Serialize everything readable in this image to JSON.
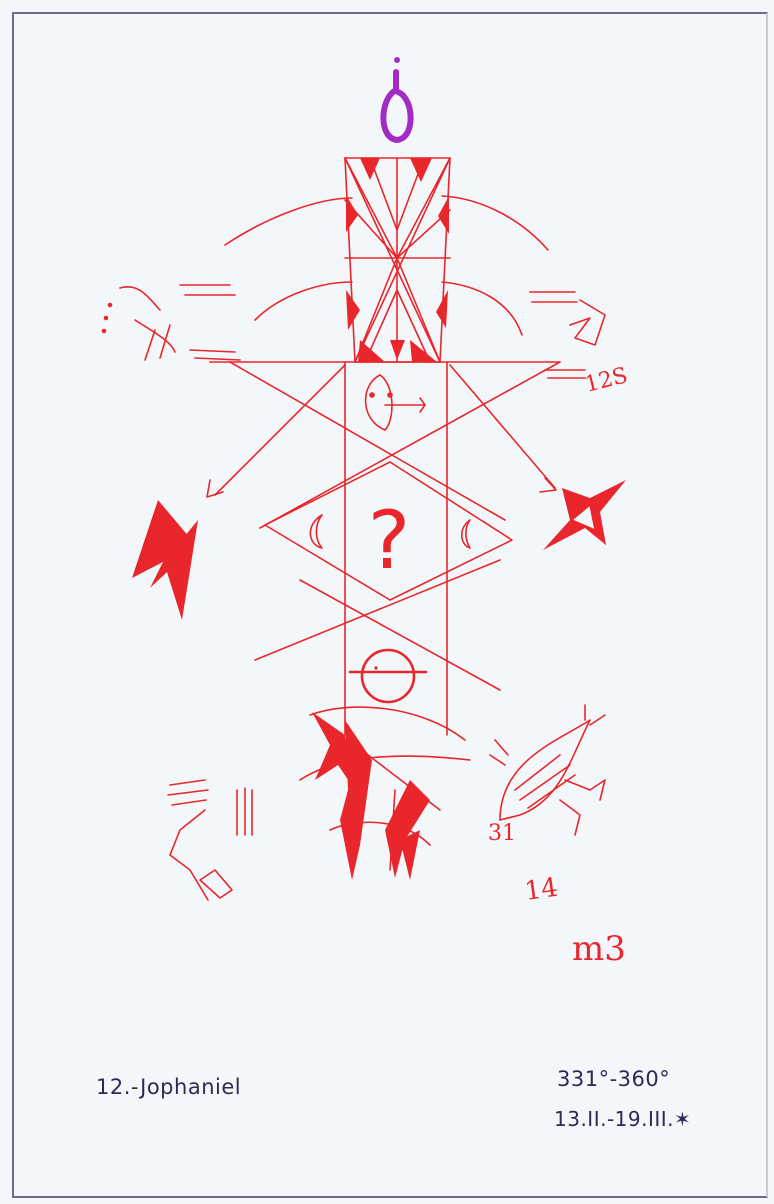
{
  "card": {
    "name": "12.-Jophaniel",
    "degrees": "331°-360°",
    "dates": "13.II.-19.III.✶"
  },
  "colors": {
    "ink": "#e8262b",
    "accent_violet": "#a32bc4",
    "caption": "#2c2a52",
    "frame": "#6b6f8e",
    "paper": "#f4f7fa"
  },
  "glyphs": {
    "question": "?",
    "scrawl_right": "12S",
    "scrawl_bottom_a": "14",
    "scrawl_bottom_b": "m3",
    "scrawl_31": "31"
  }
}
